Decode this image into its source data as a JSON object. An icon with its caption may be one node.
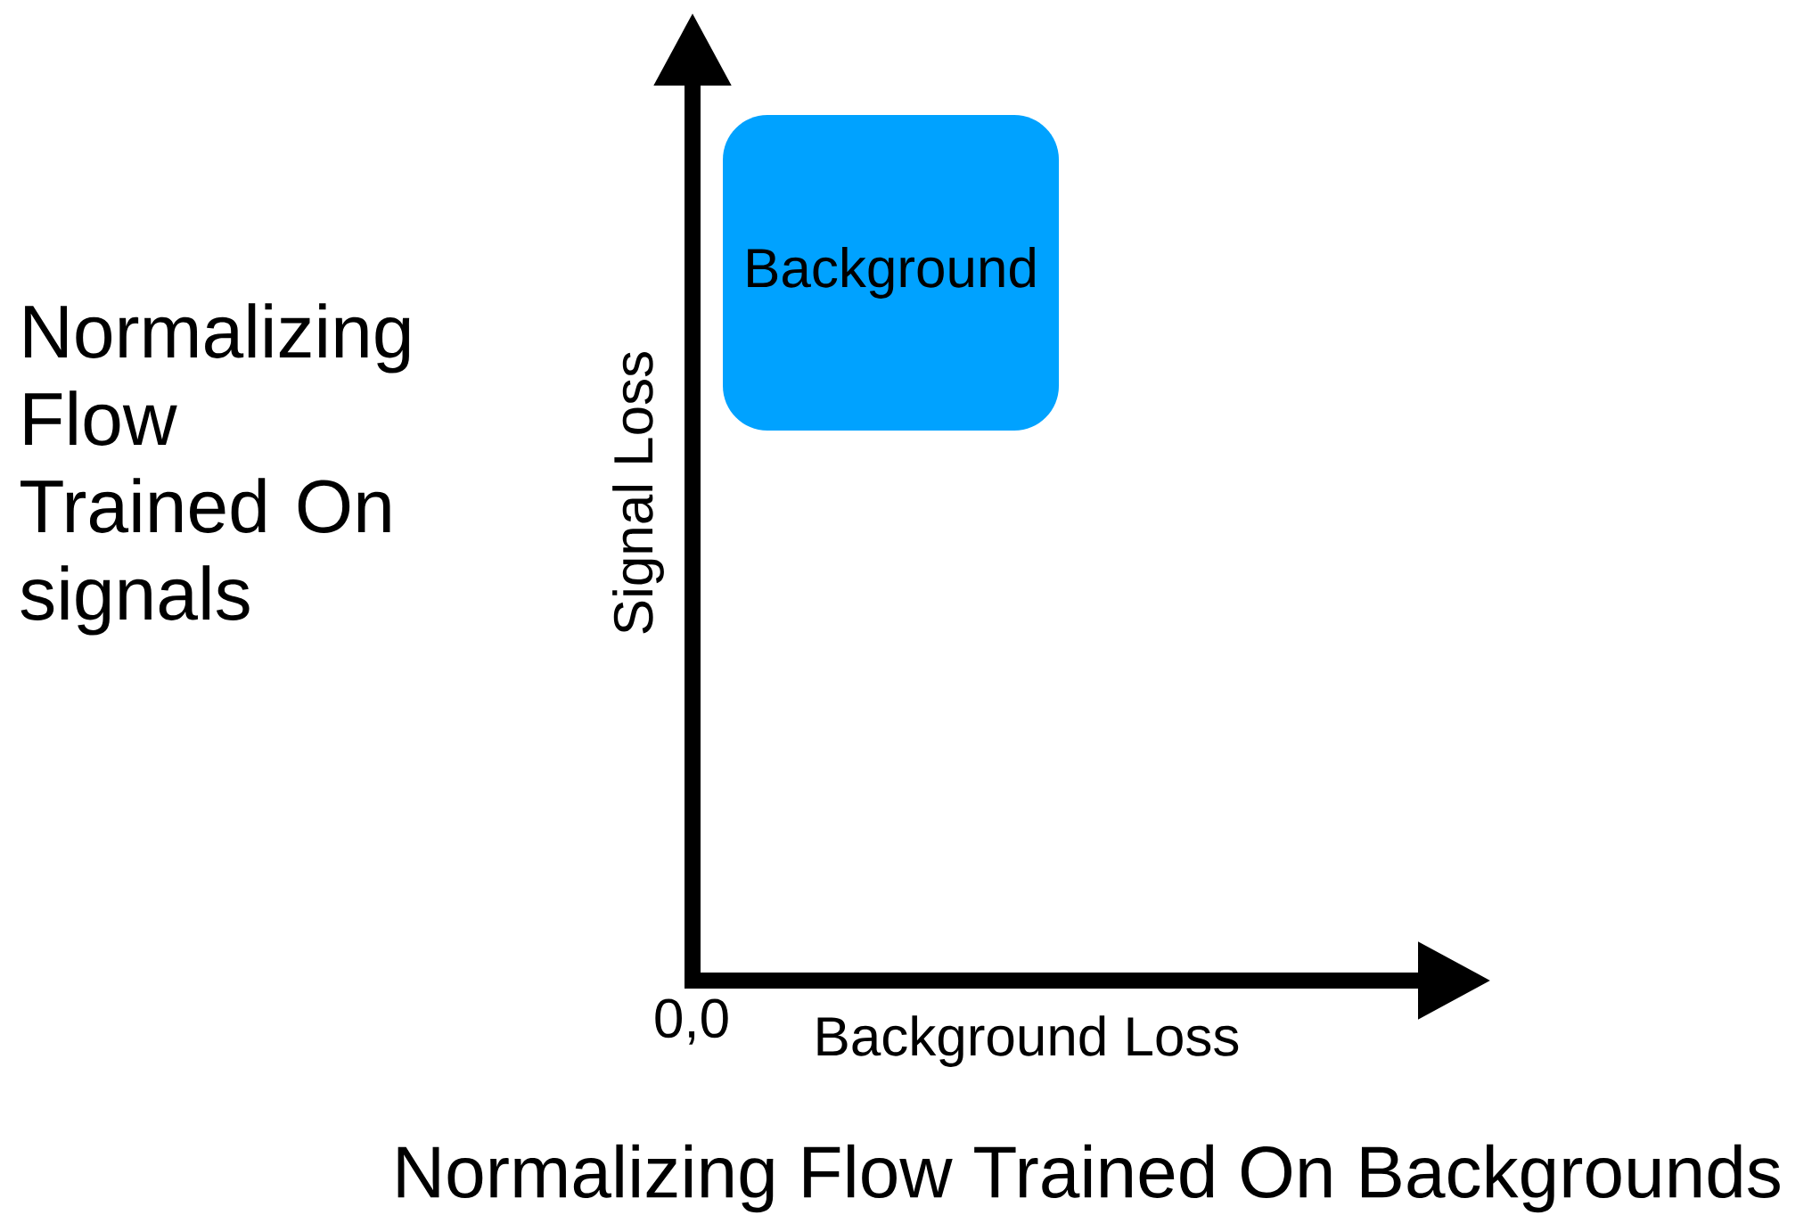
{
  "diagram": {
    "nodes": [
      {
        "text": [
          "Background"
        ]
      }
    ],
    "edges": [],
    "labels": [
      "Normalizing Flow Trained On signals",
      "Signal Loss",
      "0,0",
      "Background Loss",
      "Normalizing Flow Trained On Backgrounds"
    ]
  }
}
